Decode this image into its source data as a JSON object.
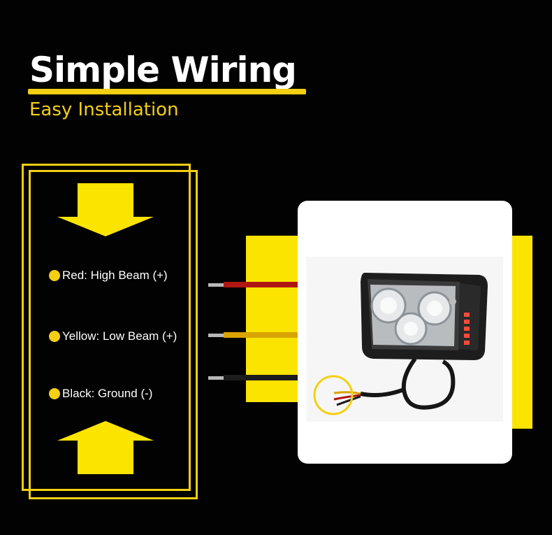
{
  "header": {
    "title": "Simple Wiring",
    "subtitle": "Easy Installation"
  },
  "wiring": {
    "items": [
      {
        "label": "Red: High Beam (+)",
        "wire_color": "#b01612"
      },
      {
        "label": "Yellow: Low Beam (+)",
        "wire_color": "#d9a400"
      },
      {
        "label": "Black: Ground (-)",
        "wire_color": "#1a1a1a"
      }
    ]
  },
  "colors": {
    "accent": "#f4cf12",
    "background": "#020202",
    "panel_yellow": "#fbe400"
  },
  "icons": {
    "top_arrow": "arrow-down-icon",
    "bottom_arrow": "arrow-up-icon",
    "bullet": "dot-icon"
  }
}
